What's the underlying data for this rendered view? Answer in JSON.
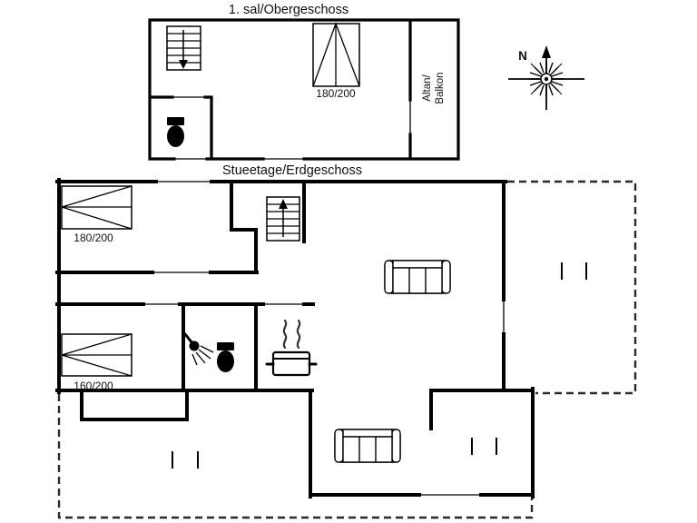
{
  "upper_floor": {
    "title": "1. sal/Obergeschoss",
    "bed": {
      "size_label": "180/200"
    },
    "balcony": {
      "line1": "Altan/",
      "line2": "Balkon"
    },
    "icons": [
      "stairs-down-icon",
      "toilet-icon",
      "double-bed-icon"
    ]
  },
  "ground_floor": {
    "title": "Stueetage/Erdgeschoss",
    "bed_1": {
      "size_label": "180/200"
    },
    "bed_2": {
      "size_label": "160/200"
    },
    "icons": [
      "stairs-up-icon",
      "sofa-icon",
      "shower-icon",
      "toilet-icon",
      "cooking-pot-icon"
    ]
  },
  "compass": {
    "north_label": "N"
  },
  "colors": {
    "wall": "#000000",
    "dashed_outline": "#2a2a2a",
    "background": "#ffffff"
  }
}
